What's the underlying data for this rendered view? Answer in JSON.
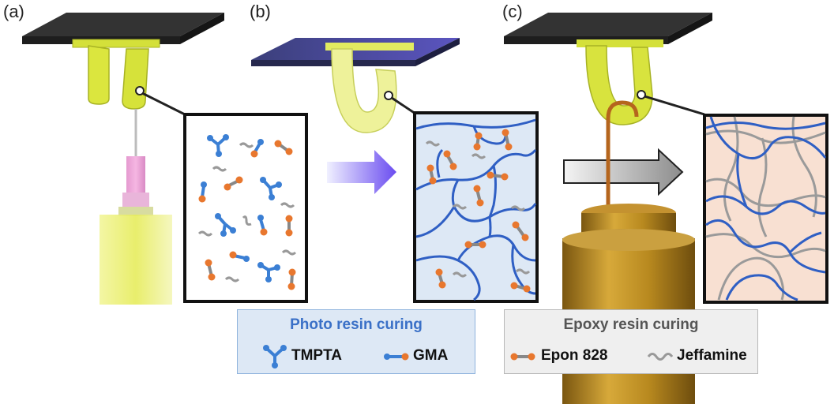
{
  "panels": {
    "a": "(a)",
    "b": "(b)",
    "c": "(c)"
  },
  "legend_photo": {
    "title": "Photo resin curing",
    "items": [
      {
        "icon": "tmpta-icon",
        "label": "TMPTA"
      },
      {
        "icon": "gma-icon",
        "label": "GMA"
      }
    ]
  },
  "legend_epoxy": {
    "title": "Epoxy resin curing",
    "items": [
      {
        "icon": "epon-icon",
        "label": "Epon 828"
      },
      {
        "icon": "jeffamine-icon",
        "label": "Jeffamine"
      }
    ]
  },
  "colors": {
    "blue_monomer": "#3b7fd4",
    "orange_end": "#e8772e",
    "gray_link": "#8a8a8a",
    "network_blue": "#2f5fc4",
    "photo_bg": "#dde8f5",
    "epoxy_bg": "#f8e0d2",
    "tube_yellow": "#d9e63a",
    "plate": "#333333",
    "weight_gold": "#b8891f"
  }
}
